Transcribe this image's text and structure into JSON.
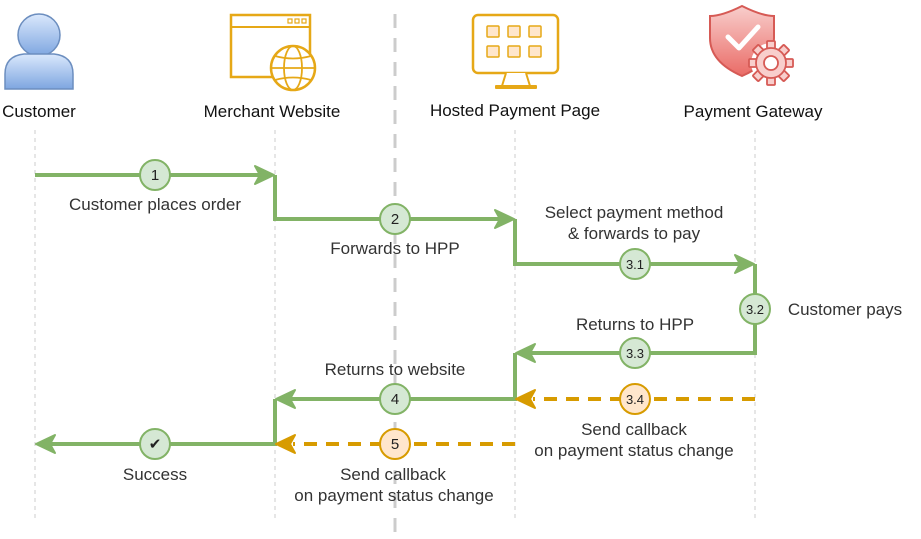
{
  "actors": [
    {
      "id": "customer",
      "label": "Customer",
      "icon": "person-icon"
    },
    {
      "id": "merchant",
      "label": "Merchant Website",
      "icon": "browser-globe-icon"
    },
    {
      "id": "hpp",
      "label": "Hosted Payment Page",
      "icon": "monitor-grid-icon"
    },
    {
      "id": "gateway",
      "label": "Payment Gateway",
      "icon": "shield-gear-icon"
    }
  ],
  "steps": [
    {
      "badge": "1",
      "label": "Customer places order"
    },
    {
      "badge": "2",
      "label": "Forwards to HPP"
    },
    {
      "badge": "3.1",
      "label_line1": "Select payment method",
      "label_line2": "& forwards to pay"
    },
    {
      "badge": "3.2",
      "label": "Customer pays"
    },
    {
      "badge": "3.3",
      "label": "Returns to HPP"
    },
    {
      "badge": "3.4",
      "label_line1": "Send callback",
      "label_line2": "on payment status change"
    },
    {
      "badge": "4",
      "label": "Returns to website"
    },
    {
      "badge": "5",
      "label_line1": "Send callback",
      "label_line2": "on payment status change"
    },
    {
      "badge": "✔",
      "label": "Success"
    }
  ],
  "colors": {
    "flow_green": "#82b366",
    "badge_green_fill": "#d5e8d4",
    "callback_orange": "#d79b00",
    "badge_orange_fill": "#ffe6cc",
    "lifeline": "#cccccc",
    "divider": "#cccccc"
  }
}
